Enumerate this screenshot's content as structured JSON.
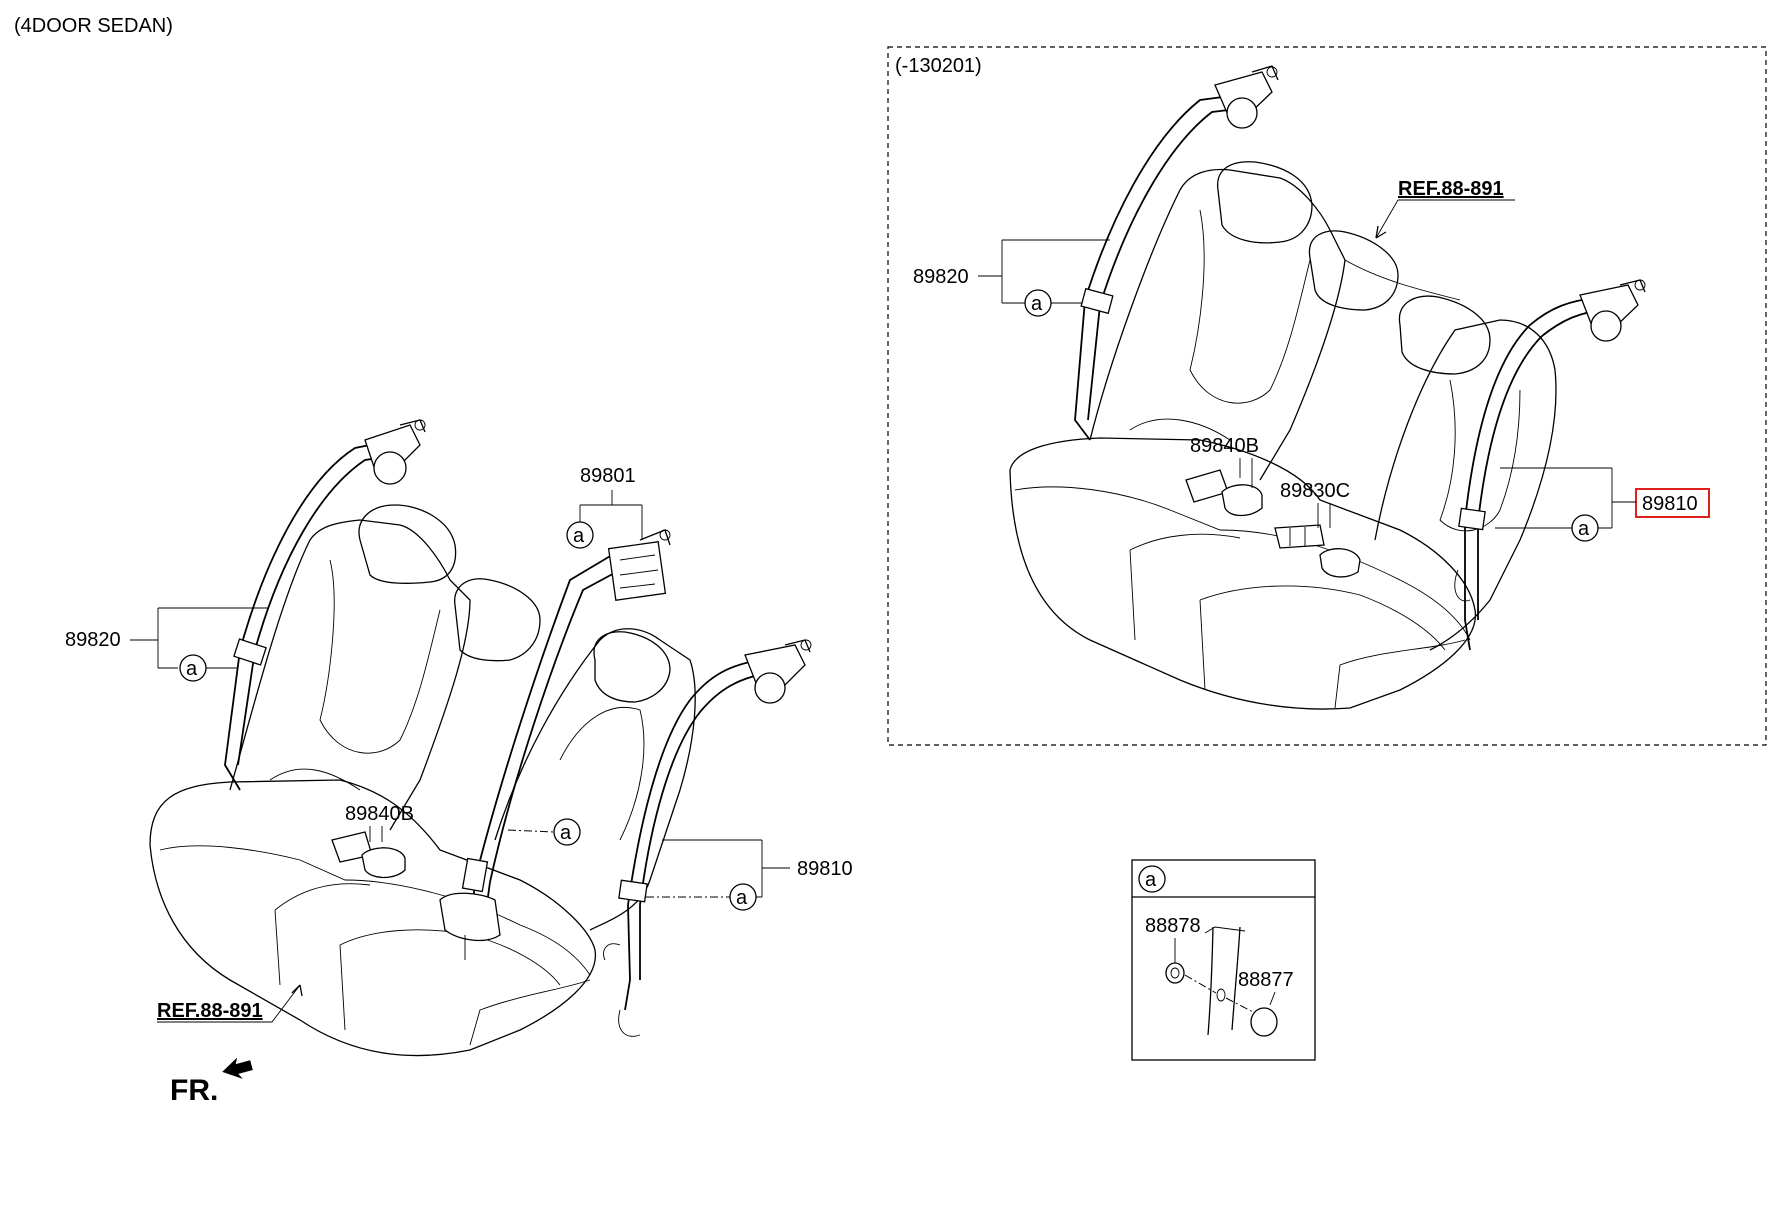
{
  "header": {
    "variant": "(4DOOR SEDAN)"
  },
  "inset_main": {
    "date_code": "(-130201)"
  },
  "callout_symbol": "a",
  "left_view": {
    "labels": {
      "p89820": "89820",
      "p89801": "89801",
      "p89840b": "89840B",
      "p89810": "89810",
      "ref": "REF.88-891",
      "fr": "FR."
    }
  },
  "right_view": {
    "labels": {
      "p89820": "89820",
      "p89840b": "89840B",
      "p89830c": "89830C",
      "p89810": "89810",
      "ref": "REF.88-891"
    }
  },
  "detail_a": {
    "labels": {
      "p88878": "88878",
      "p88877": "88877"
    }
  },
  "colors": {
    "line": "#000000",
    "background": "#ffffff",
    "highlight": "#e0201c"
  }
}
